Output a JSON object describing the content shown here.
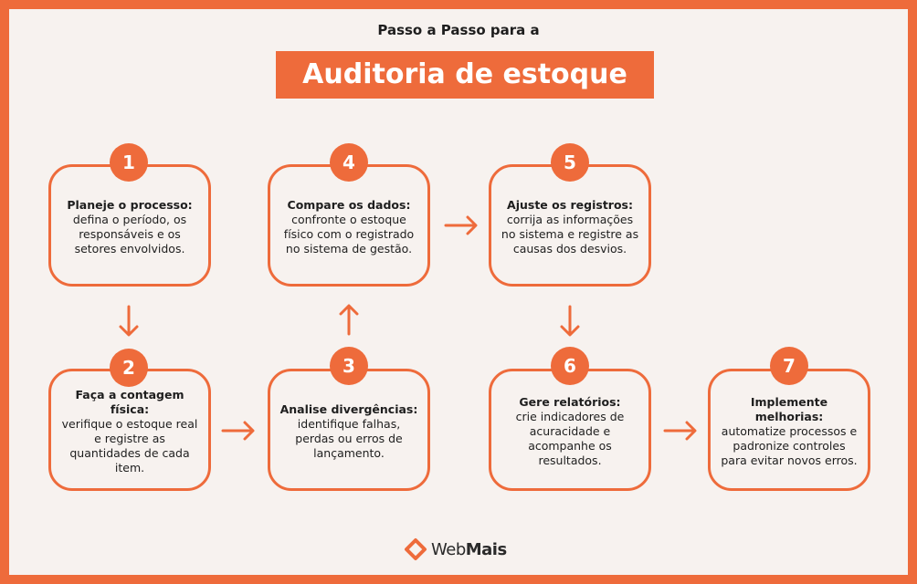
{
  "header": {
    "subtitle": "Passo a Passo para a",
    "title": "Auditoria de estoque"
  },
  "steps": [
    {
      "number": "1",
      "head": "Planeje o processo:",
      "body": "defina o período, os responsáveis e os setores envolvidos."
    },
    {
      "number": "2",
      "head": "Faça a contagem física:",
      "body": "verifique o estoque real e registre as quantidades de cada item."
    },
    {
      "number": "3",
      "head": "Analise divergências:",
      "body": "identifique falhas, perdas ou erros de lançamento."
    },
    {
      "number": "4",
      "head": "Compare os dados:",
      "body": "confronte o estoque físico com o registrado no sistema de gestão."
    },
    {
      "number": "5",
      "head": "Ajuste os registros:",
      "body": "corrija as informações no sistema e registre as causas dos desvios."
    },
    {
      "number": "6",
      "head": "Gere relatórios:",
      "body": "crie indicadores de acuracidade e acompanhe os resultados."
    },
    {
      "number": "7",
      "head": "Implemente melhorias:",
      "body": "automatize processos e padronize controles para evitar novos erros."
    }
  ],
  "brand": {
    "part1": "Web",
    "part2": "Mais",
    "icon": "webmais-logo-icon"
  },
  "colors": {
    "accent": "#ee6b3b",
    "background": "#f7f2ef",
    "text": "#1e1e1e"
  }
}
